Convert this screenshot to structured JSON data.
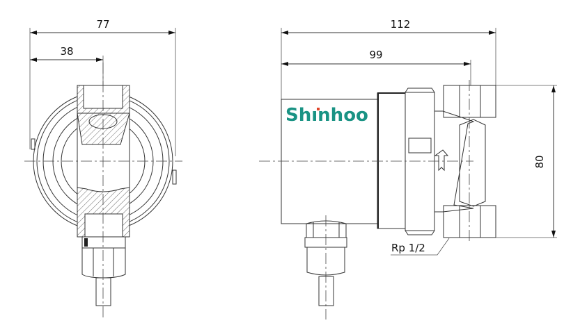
{
  "logo": {
    "text": "Shinhoo",
    "color": "#1a9384",
    "dot_color": "#e0452a"
  },
  "dimensions": {
    "front_width": "77",
    "front_half_width": "38",
    "side_length": "112",
    "motor_length": "99",
    "port_distance": "80",
    "thread": "Rp 1/2"
  }
}
